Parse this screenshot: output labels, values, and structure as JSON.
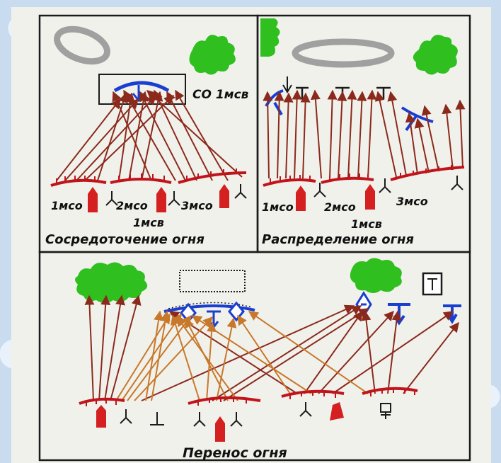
{
  "panels": {
    "top_left": {
      "caption": "Сосредоточение огня",
      "target_label": "СО 1мсв",
      "units": [
        "1мсо",
        "2мсо",
        "3мсо"
      ],
      "platoon_label": "1мсв"
    },
    "top_right": {
      "caption": "Распределение огня",
      "units": [
        "1мсо",
        "2мсо",
        "3мсо"
      ],
      "platoon_label": "1мсв"
    },
    "bottom": {
      "caption": "Перенос огня"
    }
  },
  "colors": {
    "fire_arrow": "#8b2a1c",
    "fire_arrow_secondary": "#c8782a",
    "position_line": "#c0141a",
    "vehicle": "#d42020",
    "enemy": "#1a3fd0",
    "vegetation": "#2fbf1f",
    "paper": "#f1f1ec",
    "ink": "#1b1b1b",
    "obstacle": "#a0a0a0"
  },
  "icons": {
    "vehicle": "bmp-icon",
    "antitank": "atgm-icon",
    "enemy_position": "enemy-trench-icon",
    "bunker": "bunker-icon",
    "forest": "forest-icon",
    "lake": "lake-icon"
  }
}
